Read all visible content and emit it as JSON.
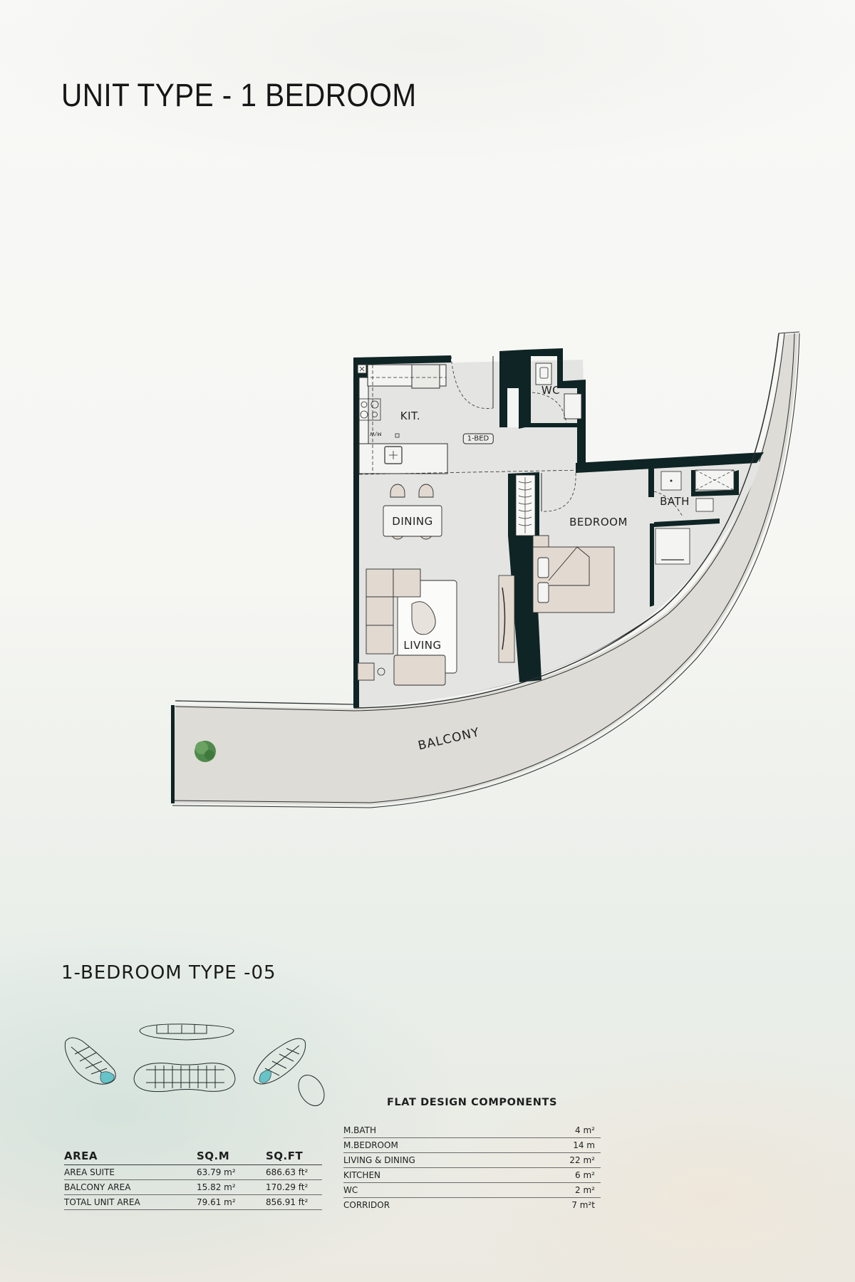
{
  "page": {
    "title": "UNIT TYPE - 1 BEDROOM",
    "subtitle": "1-BEDROOM TYPE -05"
  },
  "floor_plan": {
    "rooms": {
      "kitchen": "KIT.",
      "wc": "WC",
      "unit_tag": "1-BED",
      "microwave": "M/W",
      "dining": "DINING",
      "living": "LIVING",
      "bedroom": "BEDROOM",
      "bath": "BATH",
      "balcony": "BALCONY"
    },
    "colors": {
      "wall": "#0f2424",
      "floor": "#e4e4e2",
      "furniture": "#e2d9d1",
      "balcony": "#dedcd7",
      "plant": "#4f8a4c",
      "highlight": "#66c3c8"
    }
  },
  "key_plan": {
    "highlight_color": "#66c3c8",
    "blocks": [
      "left-tower",
      "top-bar",
      "centre-tower",
      "right-tower",
      "ellipse"
    ]
  },
  "area_table": {
    "headers": [
      "AREA",
      "SQ.M",
      "SQ.FT"
    ],
    "rows": [
      {
        "label": "AREA SUITE",
        "sqm": "63.79 m²",
        "sqft": "686.63 ft²"
      },
      {
        "label": "BALCONY AREA",
        "sqm": "15.82 m²",
        "sqft": "170.29 ft²"
      },
      {
        "label": "TOTAL UNIT AREA",
        "sqm": "79.61 m²",
        "sqft": "856.91 ft²"
      }
    ]
  },
  "components": {
    "title": "FLAT DESIGN COMPONENTS",
    "rows": [
      {
        "label": "M.BATH",
        "value": "4 m²"
      },
      {
        "label": "M.BEDROOM",
        "value": "14 m"
      },
      {
        "label": "LIVING & DINING",
        "value": "22 m²"
      },
      {
        "label": "KITCHEN",
        "value": "6 m²"
      },
      {
        "label": "WC",
        "value": "2 m²"
      },
      {
        "label": "CORRIDOR",
        "value": "7 m²t"
      }
    ]
  }
}
